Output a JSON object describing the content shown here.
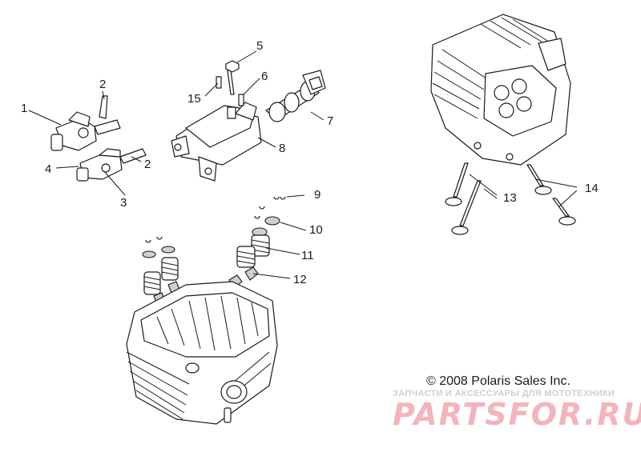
{
  "callouts": {
    "c1": "1",
    "c2a": "2",
    "c2b": "2",
    "c3": "3",
    "c4": "4",
    "c5": "5",
    "c6": "6",
    "c7": "7",
    "c8": "8",
    "c9": "9",
    "c10": "10",
    "c11": "11",
    "c12": "12",
    "c13": "13",
    "c14": "14",
    "c15": "15"
  },
  "copyright": "© 2008 Polaris Sales Inc.",
  "watermark": {
    "caption": "ЗАПЧАСТИ И АКСЕССУАРЫ ДЛЯ МОТОТЕХНИКИ",
    "logo": "PARTSFOR.RU",
    "color": "#f3b4bc"
  }
}
